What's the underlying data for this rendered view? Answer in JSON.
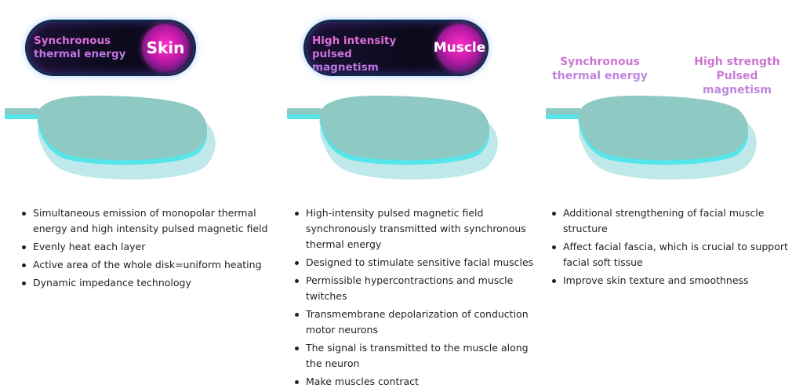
{
  "panels": [
    {
      "badge_text": "Synchronous thermal energy",
      "badge_circle": "Skin",
      "bullets": [
        "Simultaneous emission of monopolar thermal energy and high intensity pulsed magnetic field",
        "Evenly heat each layer",
        "Active area of the whole disk=uniform heating",
        "Dynamic impedance technology"
      ]
    },
    {
      "badge_text": "High intensity pulsed magnetism",
      "badge_circle": "Muscle",
      "bullets": [
        "High-intensity pulsed magnetic field synchronously transmitted with synchronous thermal energy",
        "Designed to stimulate sensitive facial muscles",
        "Permissible hypercontractions and muscle twitches",
        "Transmembrane depolarization of conduction motor neurons",
        "The signal is transmitted to the muscle along the neuron",
        "Make muscles contract"
      ]
    },
    {
      "label_left": "Synchronous thermal energy",
      "label_right": "High strength Pulsed magnetism",
      "bullets": [
        "Additional strengthening of facial muscle structure",
        "Affect facial fascia, which is crucial to support facial soft tissue",
        "Improve skin texture and smoothness"
      ]
    }
  ],
  "colors": {
    "paddle_top": "#8ec9c3",
    "paddle_edge": "#56e6ea",
    "paddle_shadow": "#bfe8ea",
    "badge_accent": "#e33fc8"
  },
  "icons": [
    "paddle-applicator-illustration"
  ]
}
